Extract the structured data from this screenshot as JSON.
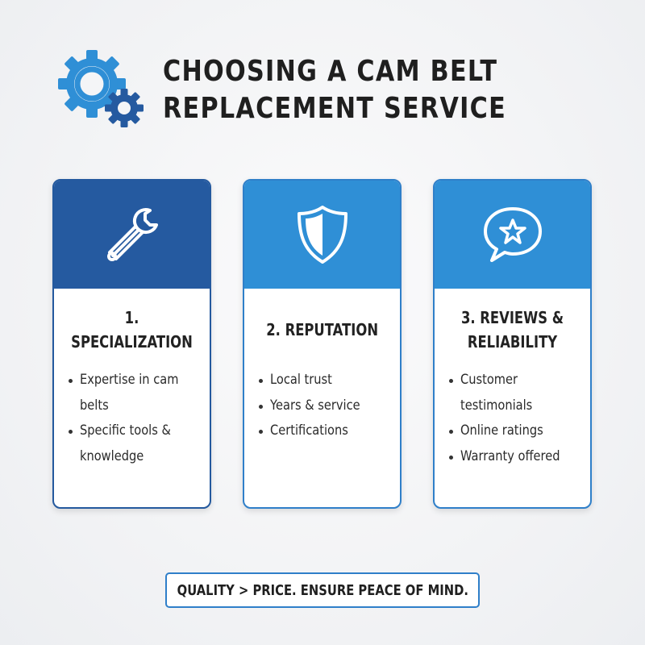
{
  "title": {
    "line1": "CHOOSING A CAM BELT",
    "line2": "REPLACEMENT SERVICE",
    "icon": "gear-icon"
  },
  "colors": {
    "dark_blue": "#255aa0",
    "accent_blue": "#2f8fd6",
    "border_blue": "#2f7fc9",
    "text": "#1f1f1f"
  },
  "cards": [
    {
      "icon": "wrench-icon",
      "heading": "1. SPECIALIZATION",
      "bullets": [
        "Expertise in cam belts",
        "Specific tools & knowledge"
      ]
    },
    {
      "icon": "shield-icon",
      "heading": "2. REPUTATION",
      "bullets": [
        "Local trust",
        "Years & service",
        "Certifications"
      ]
    },
    {
      "icon": "star-speech-bubble-icon",
      "heading": "3. REVIEWS &\nRELIABILITY",
      "bullets": [
        "Customer testimonials",
        "Online ratings",
        "Warranty offered"
      ]
    }
  ],
  "footer": {
    "text": "QUALITY > PRICE. ENSURE PEACE OF MIND."
  }
}
